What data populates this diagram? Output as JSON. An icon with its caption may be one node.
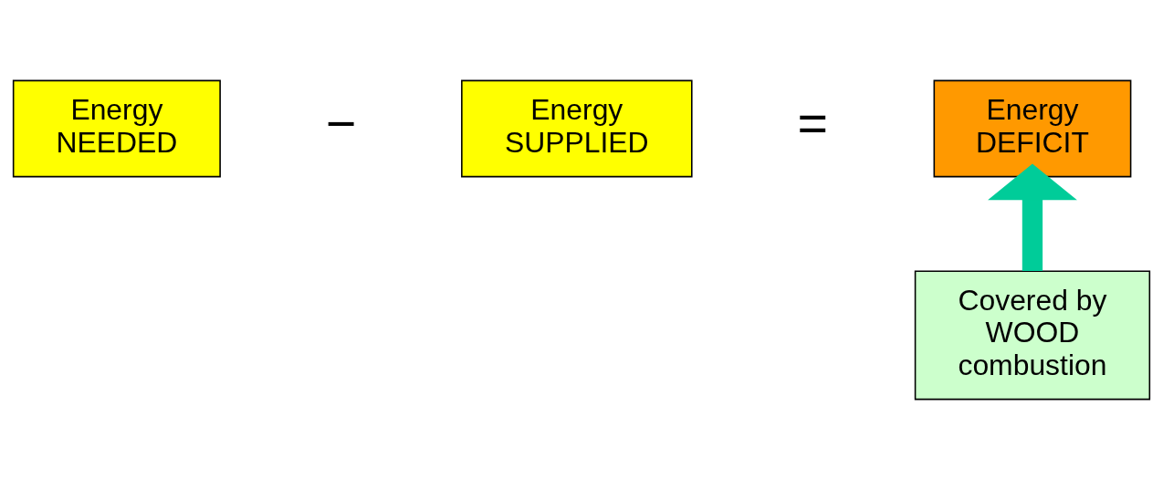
{
  "diagram": {
    "nodes": [
      {
        "text": [
          "Energy NEEDED"
        ]
      },
      {
        "text": [
          "Energy SUPPLIED"
        ]
      },
      {
        "text": [
          "Energy DEFICIT"
        ]
      },
      {
        "text": [
          "Covered by WOOD combustion"
        ]
      }
    ],
    "edges": [
      {
        "from": 3,
        "to": 2,
        "arrow": "to",
        "color": "#00cc99"
      }
    ],
    "labels": [
      "−",
      "="
    ]
  }
}
